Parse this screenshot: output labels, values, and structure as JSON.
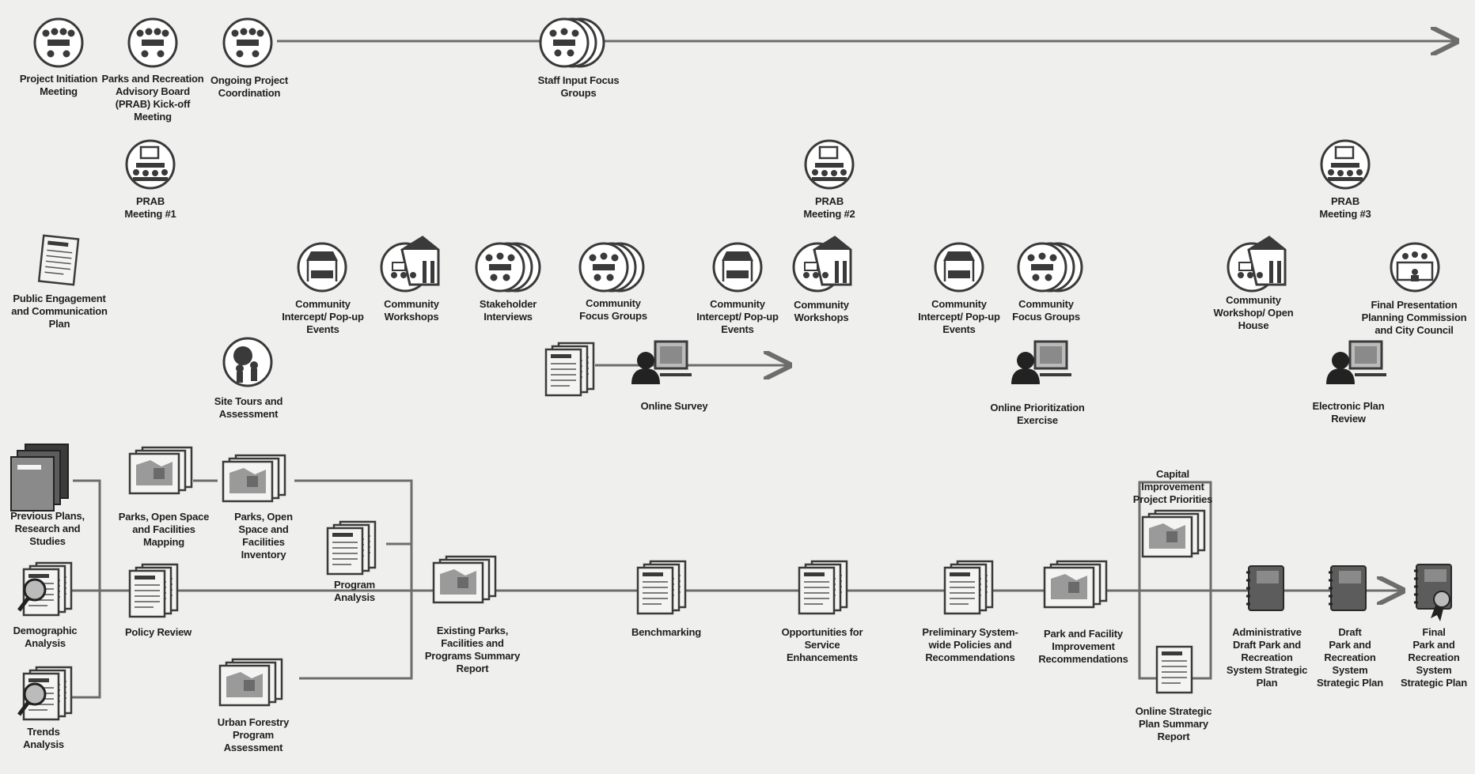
{
  "engagement": {
    "project_initiation": "Project Initiation Meeting",
    "prab_kickoff": "Parks and Recreation Advisory Board (PRAB) Kick-off Meeting",
    "ongoing_coordination": "Ongoing Project Coordination",
    "staff_input": "Staff Input Focus Groups",
    "prab_1": "PRAB Meeting #1",
    "prab_2": "PRAB Meeting #2",
    "prab_3": "PRAB Meeting #3",
    "public_engagement_plan": "Public Engagement and Communication Plan",
    "intercept_1": "Community Intercept/ Pop-up  Events",
    "workshops_1": "Community Workshops",
    "stakeholder_interviews": "Stakeholder Interviews",
    "focus_groups_1": "Community Focus Groups",
    "intercept_2": "Community Intercept/ Pop-up  Events",
    "workshops_2": "Community Workshops",
    "intercept_3": "Community Intercept/ Pop-up  Events",
    "focus_groups_2": "Community Focus Groups",
    "workshop_open_house": "Community Workshop/ Open House",
    "final_presentation": "Final Presentation Planning Commission and City Council",
    "site_tours": "Site Tours and Assessment",
    "online_survey": "Online Survey",
    "online_prioritization": "Online Prioritization Exercise",
    "electronic_review": "Electronic Plan Review"
  },
  "analysis": {
    "previous_plans": "Previous Plans, Research and Studies",
    "demographic": "Demographic Analysis",
    "trends": "Trends Analysis",
    "mapping": "Parks, Open Space and Facilities Mapping",
    "policy_review": "Policy Review",
    "inventory": "Parks, Open Space and Facilities Inventory",
    "urban_forestry": "Urban Forestry Program Assessment",
    "program_analysis": "Program Analysis",
    "existing_report": "Existing Parks, Facilities and Programs Summary Report",
    "benchmarking": "Benchmarking",
    "opportunities": "Opportunities for Service Enhancements",
    "preliminary_policies": "Preliminary System-wide Policies and Recommendations",
    "facility_recs": "Park and Facility Improvement Recommendations",
    "capital_priorities": "Capital Improvement Project Priorities",
    "online_summary": "Online Strategic Plan Summary Report",
    "admin_draft_bold": "Administrative Draft",
    "admin_draft_rest": "Park and Recreation System Strategic Plan",
    "draft_bold": "Draft",
    "draft_rest": "Park and Recreation System Strategic Plan",
    "final_bold": "Final",
    "final_rest": "Park and Recreation System Strategic Plan"
  },
  "colors": {
    "line": "#6d6d6d",
    "icon": "#3a3a3a",
    "paper": "#f4f4f2",
    "book_dark": "#3b3b3b",
    "book_mid": "#5c5c5c"
  }
}
